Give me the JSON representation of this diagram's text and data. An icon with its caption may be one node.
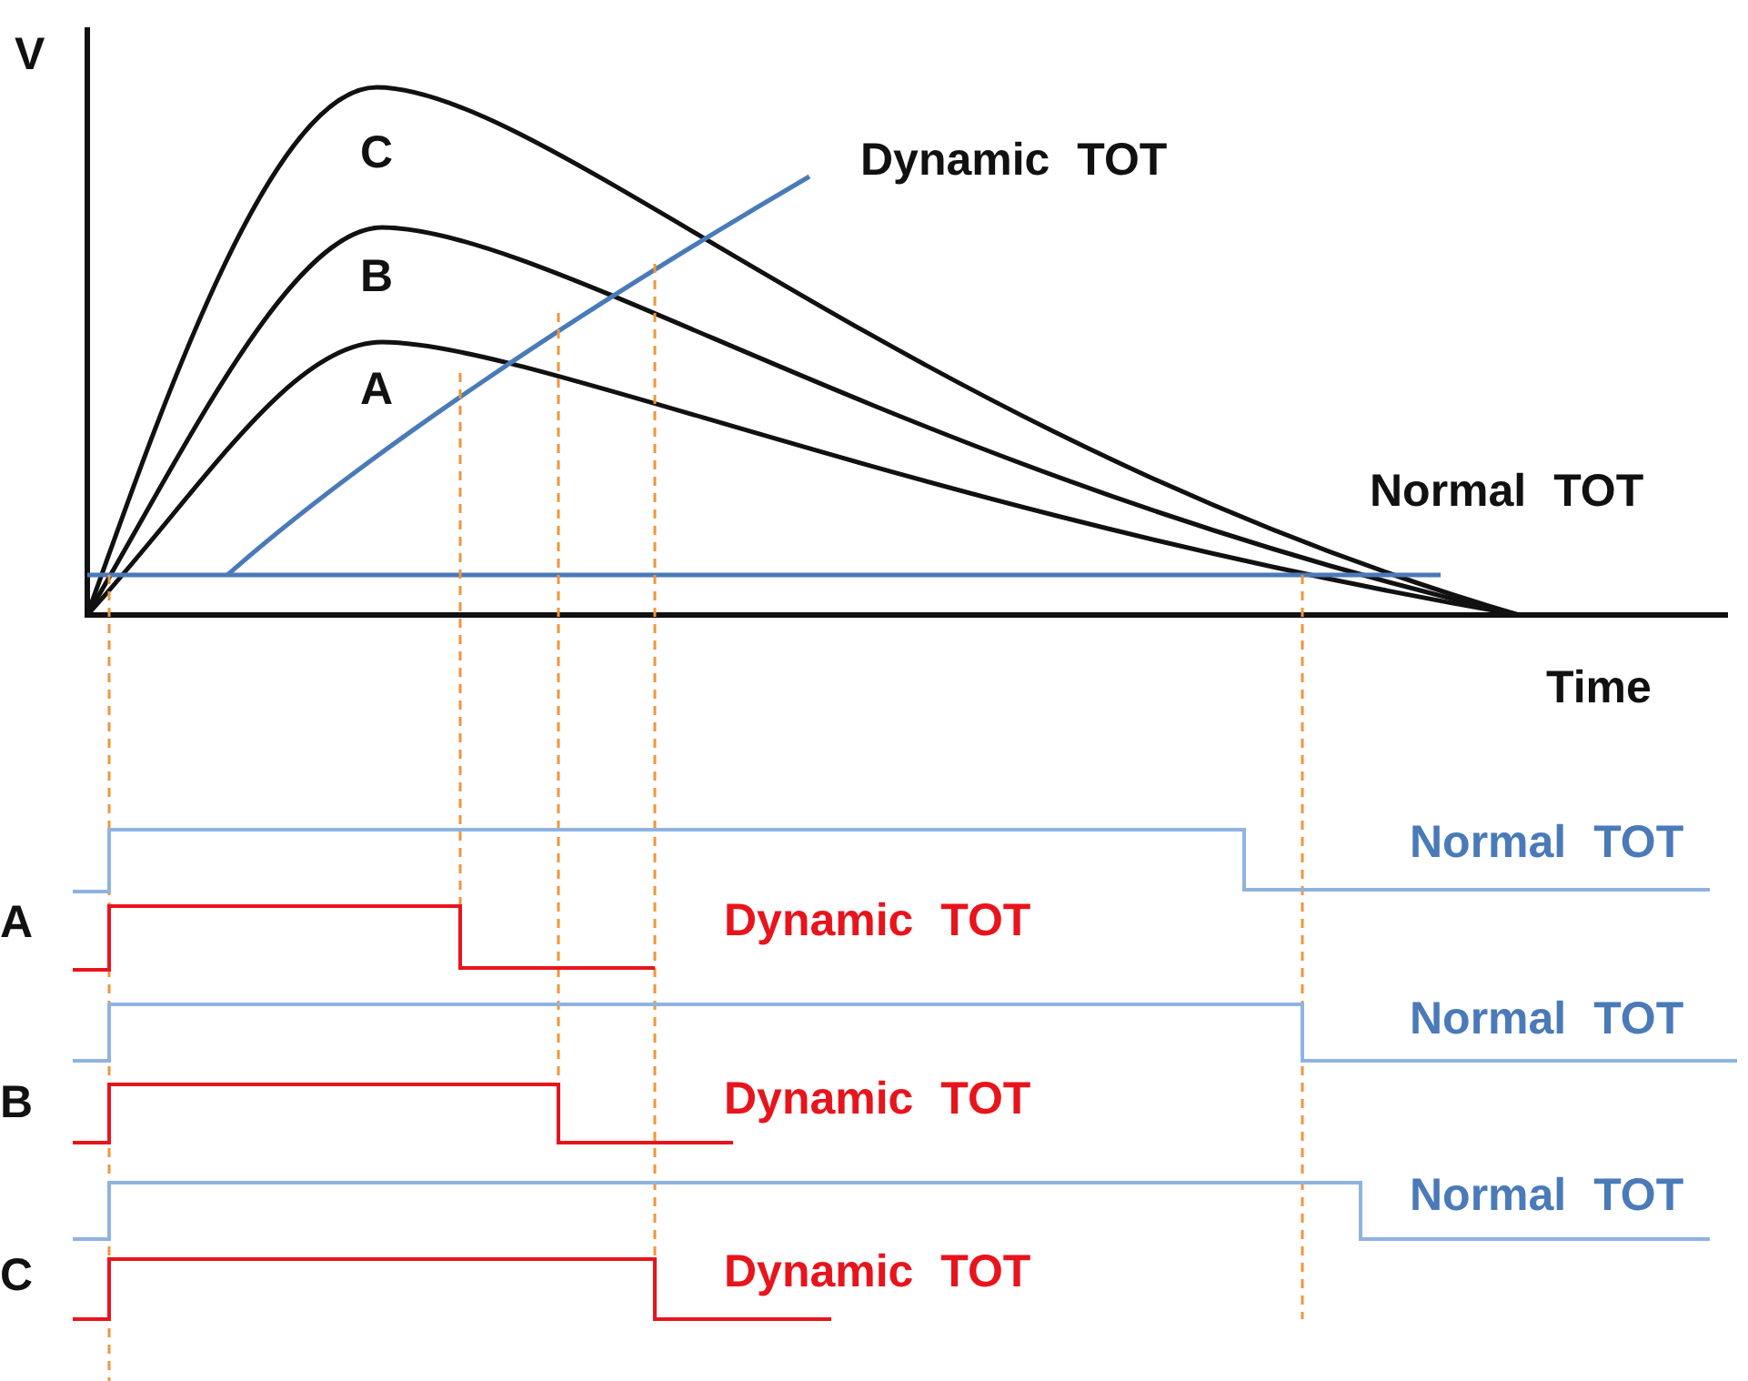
{
  "diagram": {
    "labels": [
      "V",
      "C",
      "B",
      "A",
      "Dynamic TOT",
      "Normal TOT",
      "Time",
      "Normal TOT",
      "A",
      "Dynamic TOT",
      "Normal TOT",
      "B",
      "Dynamic TOT",
      "Normal TOT",
      "C",
      "Dynamic TOT"
    ]
  }
}
